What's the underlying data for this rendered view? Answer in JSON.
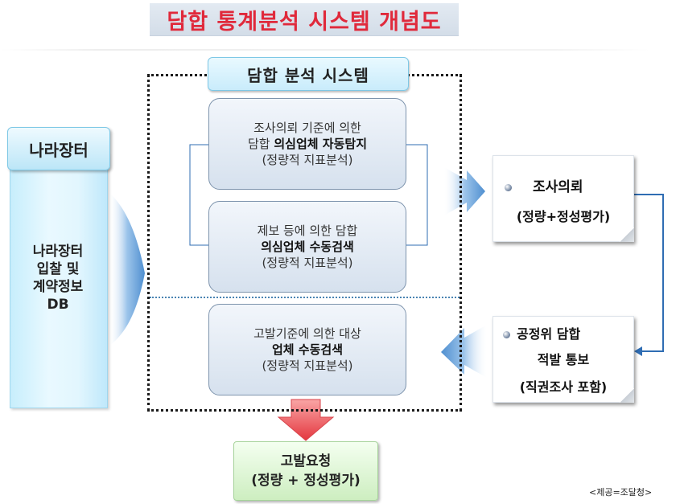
{
  "title": "담합 통계분석 시스템 개념도",
  "system_label": "담합 분석 시스템",
  "left": {
    "label": "나라장터",
    "db_lines": [
      "나라장터",
      "입찰 및",
      "계약정보",
      "DB"
    ]
  },
  "boxes": {
    "auto_detection": {
      "line1": "조사의뢰 기준에 의한",
      "line2_prefix": "담합 ",
      "line2_bold": "의심업체 자동탐지",
      "line3": "(정량적 지표분석)"
    },
    "tip_search": {
      "line1": "제보 등에 의한 담합",
      "line2_bold": "의심업체 수동검색",
      "line3": "(정량적 지표분석)"
    },
    "charge_search": {
      "line1": "고발기준에 의한 대상",
      "line2_bold": "업체 수동검색",
      "line3": "(정량적 지표분석)"
    }
  },
  "right": {
    "investigation_request": {
      "title": "조사의뢰",
      "subtitle": "(정량+정성평가)"
    },
    "detection_notice": {
      "line1": "공정위 담합",
      "line2": "적발 통보",
      "line3": "(직권조사 포함)"
    }
  },
  "bottom": {
    "line1": "고발요청",
    "line2": "(정량 + 정성평가)"
  },
  "source_note": "<제공=조달청>",
  "colors": {
    "title": "#e0293b",
    "arrow_blue": "#4f8fd0",
    "arrow_red": "#e4373f",
    "connector": "#2f6db3"
  }
}
